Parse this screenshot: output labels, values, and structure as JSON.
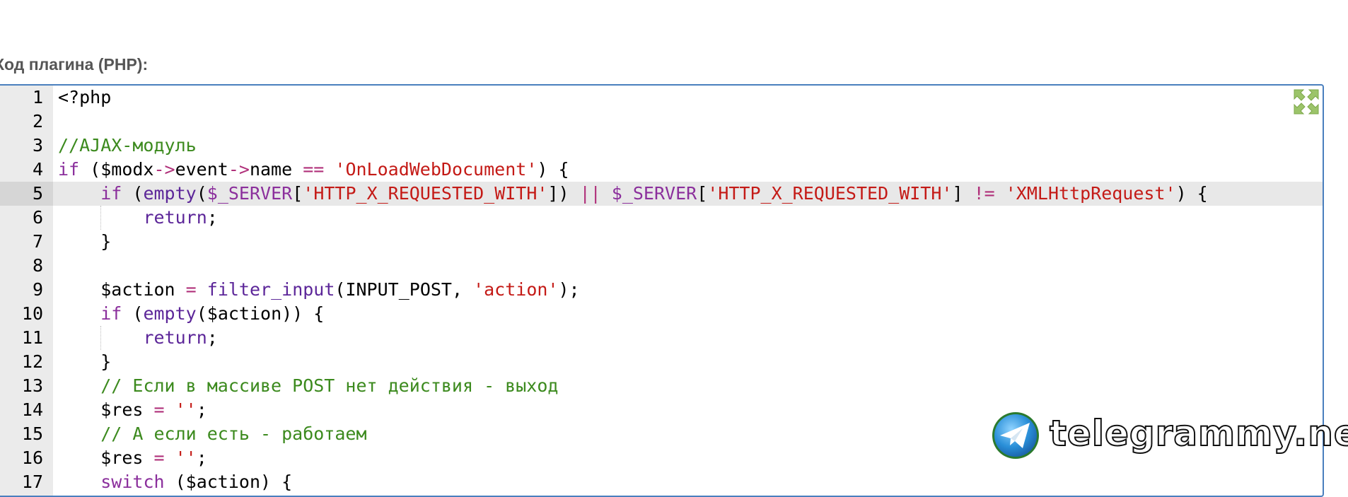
{
  "field": {
    "label": "Код плагина (PHP):"
  },
  "editor": {
    "active_line": 5,
    "fullscreen_icon": "expand-arrows-icon",
    "lines": [
      {
        "n": "1",
        "indent": 0,
        "tokens": [
          {
            "t": "plain",
            "v": "<?php"
          }
        ]
      },
      {
        "n": "2",
        "indent": 0,
        "tokens": []
      },
      {
        "n": "3",
        "indent": 0,
        "tokens": [
          {
            "t": "com",
            "v": "//AJAX-модуль"
          }
        ]
      },
      {
        "n": "4",
        "indent": 0,
        "tokens": [
          {
            "t": "kw",
            "v": "if"
          },
          {
            "t": "plain",
            "v": " ($modx"
          },
          {
            "t": "op",
            "v": "->"
          },
          {
            "t": "plain",
            "v": "event"
          },
          {
            "t": "op",
            "v": "->"
          },
          {
            "t": "plain",
            "v": "name "
          },
          {
            "t": "op",
            "v": "=="
          },
          {
            "t": "plain",
            "v": " "
          },
          {
            "t": "str",
            "v": "'OnLoadWebDocument'"
          },
          {
            "t": "plain",
            "v": ") {"
          }
        ]
      },
      {
        "n": "5",
        "indent": 1,
        "tokens": [
          {
            "t": "kw",
            "v": "if"
          },
          {
            "t": "plain",
            "v": " ("
          },
          {
            "t": "fn",
            "v": "empty"
          },
          {
            "t": "plain",
            "v": "("
          },
          {
            "t": "var",
            "v": "$_SERVER"
          },
          {
            "t": "plain",
            "v": "["
          },
          {
            "t": "str",
            "v": "'HTTP_X_REQUESTED_WITH'"
          },
          {
            "t": "plain",
            "v": "]) "
          },
          {
            "t": "op",
            "v": "||"
          },
          {
            "t": "plain",
            "v": " "
          },
          {
            "t": "var",
            "v": "$_SERVER"
          },
          {
            "t": "plain",
            "v": "["
          },
          {
            "t": "str",
            "v": "'HTTP_X_REQUESTED_WITH'"
          },
          {
            "t": "plain",
            "v": "] "
          },
          {
            "t": "op",
            "v": "!="
          },
          {
            "t": "plain",
            "v": " "
          },
          {
            "t": "str",
            "v": "'XMLHttpRequest'"
          },
          {
            "t": "plain",
            "v": ") {"
          }
        ]
      },
      {
        "n": "6",
        "indent": 2,
        "tokens": [
          {
            "t": "fn",
            "v": "return"
          },
          {
            "t": "plain",
            "v": ";"
          }
        ]
      },
      {
        "n": "7",
        "indent": 1,
        "tokens": [
          {
            "t": "plain",
            "v": "}"
          }
        ]
      },
      {
        "n": "8",
        "indent": 0,
        "tokens": []
      },
      {
        "n": "9",
        "indent": 1,
        "tokens": [
          {
            "t": "plain",
            "v": "$action "
          },
          {
            "t": "op",
            "v": "="
          },
          {
            "t": "plain",
            "v": " "
          },
          {
            "t": "fn",
            "v": "filter_input"
          },
          {
            "t": "plain",
            "v": "(INPUT_POST, "
          },
          {
            "t": "str",
            "v": "'action'"
          },
          {
            "t": "plain",
            "v": ");"
          }
        ]
      },
      {
        "n": "10",
        "indent": 1,
        "tokens": [
          {
            "t": "kw",
            "v": "if"
          },
          {
            "t": "plain",
            "v": " ("
          },
          {
            "t": "fn",
            "v": "empty"
          },
          {
            "t": "plain",
            "v": "($action)) {"
          }
        ]
      },
      {
        "n": "11",
        "indent": 2,
        "tokens": [
          {
            "t": "fn",
            "v": "return"
          },
          {
            "t": "plain",
            "v": ";"
          }
        ]
      },
      {
        "n": "12",
        "indent": 1,
        "tokens": [
          {
            "t": "plain",
            "v": "}"
          }
        ]
      },
      {
        "n": "13",
        "indent": 1,
        "tokens": [
          {
            "t": "com",
            "v": "// Если в массиве POST нет действия - выход"
          }
        ]
      },
      {
        "n": "14",
        "indent": 1,
        "tokens": [
          {
            "t": "plain",
            "v": "$res "
          },
          {
            "t": "op",
            "v": "="
          },
          {
            "t": "plain",
            "v": " "
          },
          {
            "t": "str",
            "v": "''"
          },
          {
            "t": "plain",
            "v": ";"
          }
        ]
      },
      {
        "n": "15",
        "indent": 1,
        "tokens": [
          {
            "t": "com",
            "v": "// А если есть - работаем"
          }
        ]
      },
      {
        "n": "16",
        "indent": 1,
        "tokens": [
          {
            "t": "plain",
            "v": "$res "
          },
          {
            "t": "op",
            "v": "="
          },
          {
            "t": "plain",
            "v": " "
          },
          {
            "t": "str",
            "v": "''"
          },
          {
            "t": "plain",
            "v": ";"
          }
        ]
      },
      {
        "n": "17",
        "indent": 1,
        "tokens": [
          {
            "t": "kw",
            "v": "switch"
          },
          {
            "t": "plain",
            "v": " ($action) {"
          }
        ]
      }
    ]
  },
  "watermark": {
    "text": "telegrammy.net",
    "icon": "telegram-logo-icon"
  },
  "colors": {
    "border": "#4a7fbe",
    "gutter": "#ebebeb",
    "keyword": "#8b2f9c",
    "string": "#c41a16",
    "comment": "#3c8a1e"
  }
}
